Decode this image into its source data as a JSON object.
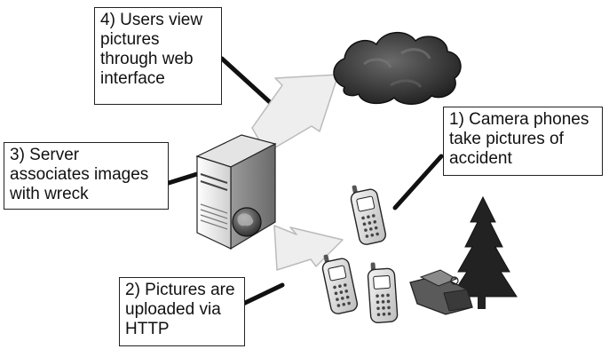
{
  "labels": {
    "step4": "4) Users view\npictures\nthrough web\ninterface",
    "step3": "3) Server\nassociates images\nwith wreck",
    "step1": "1) Camera phones\ntake pictures of\naccident",
    "step2": "2) Pictures are\nuploaded via\nHTTP"
  },
  "icons": {
    "cloud": "cloud-icon",
    "server": "server-icon",
    "globe": "globe-icon",
    "phone": "camera-phone-icon",
    "tree": "pine-tree-icon",
    "car": "wrecked-car-icon"
  },
  "colors": {
    "arrow_fill": "#eeeeee",
    "arrow_stroke": "#bbbbbb",
    "cloud": "#2e2e2e",
    "tree": "#222222",
    "leader": "#111111"
  }
}
